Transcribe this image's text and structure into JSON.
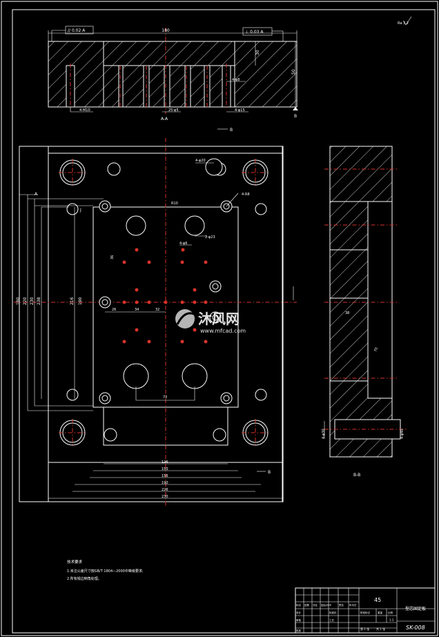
{
  "section_aa": {
    "tol_left": "// 0.02 A",
    "tol_right": "⊥ 0.03 A",
    "dim_width": "180",
    "dim_depth": "30",
    "dim_height": "50",
    "note_left": "4-M10",
    "note_mid": "25-φ5",
    "note_right": "4-φ15",
    "note_hole": "4-φ8",
    "label": "A-A",
    "roughness": "Ra 3.2",
    "corner_mark": "B",
    "cut_mark": "B"
  },
  "plan_view": {
    "notes": [
      "4-φ20",
      "2-φ23",
      "4-R8",
      "R10",
      "36",
      "4-φ6",
      "J"
    ],
    "left_dims": [
      "180",
      "220",
      "230",
      "238",
      "216",
      "190"
    ],
    "row_dims": [
      "26",
      "34",
      "32"
    ],
    "gap_dim": "72",
    "bottom_dims": [
      "126",
      "150",
      "156",
      "190",
      "226",
      "230"
    ],
    "arrow_label": "B",
    "section_mark": "A"
  },
  "section_bb": {
    "label": "B-B",
    "dims": [
      "4-φ30",
      "4-φ40",
      "38",
      "70"
    ]
  },
  "watermark": {
    "brand": "沐风网",
    "url": "www.mfcad.com"
  },
  "tech_notes": {
    "title": "技术要求",
    "lines": [
      "1.未注公差尺寸按GB/T 1804—2000中等级要求;",
      "2.所有锐边倒角处理。"
    ]
  },
  "title_block": {
    "material": "45",
    "part_name": "型芯固定板",
    "drawing_no": "SK-008",
    "scale": "1:1",
    "sheet": "第 1 张",
    "sheets": "共 1 张",
    "header_cells": [
      "标记",
      "处数",
      "分区",
      "更改文件号",
      "签名",
      "年月日"
    ],
    "row_cells": [
      "设计",
      "标准化",
      "阶段标记",
      "重量",
      "比例"
    ],
    "row_cells2": [
      "审核",
      "工艺",
      "批准"
    ]
  }
}
